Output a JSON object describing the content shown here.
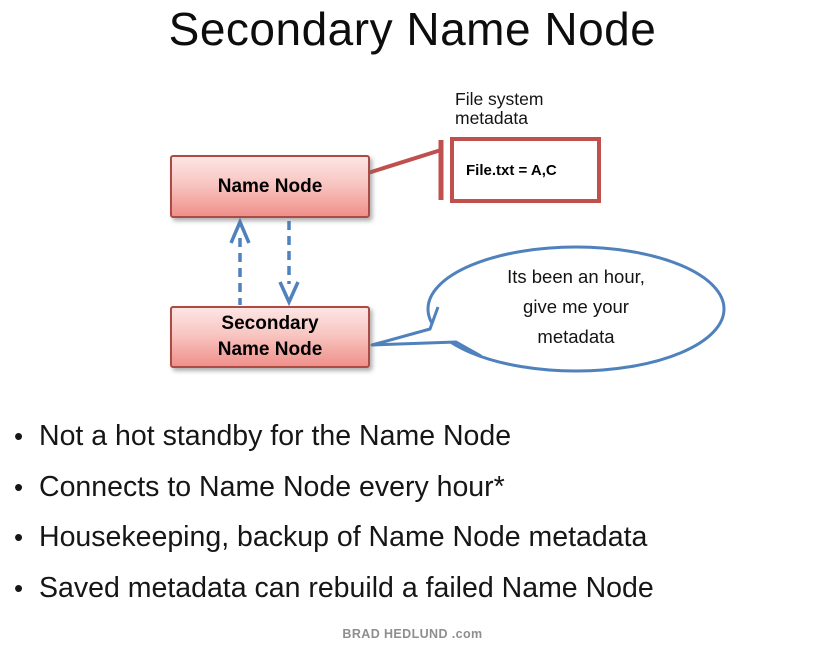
{
  "slide": {
    "title": "Secondary Name Node",
    "footer": "BRAD HEDLUND .com"
  },
  "diagram": {
    "metadata_label": "File system\nmetadata",
    "metadata_box_value": "File.txt = A,C",
    "name_node_label": "Name Node",
    "secondary_name_node_label": "Secondary\nName Node",
    "speech_bubble_text": "Its been an hour,\ngive me your\nmetadata"
  },
  "bullets": [
    "Not a hot standby for the Name Node",
    "Connects to Name Node every hour*",
    "Housekeeping, backup of Name Node metadata",
    "Saved metadata can rebuild a failed Name Node"
  ],
  "colors": {
    "accent_red": "#C0504D",
    "accent_blue": "#4F81BD",
    "box_border": "#AC4A46",
    "box_gradient_top": "#FCE5E4",
    "box_gradient_bottom": "#F0908A",
    "footer_gray": "#8E8E8E"
  }
}
